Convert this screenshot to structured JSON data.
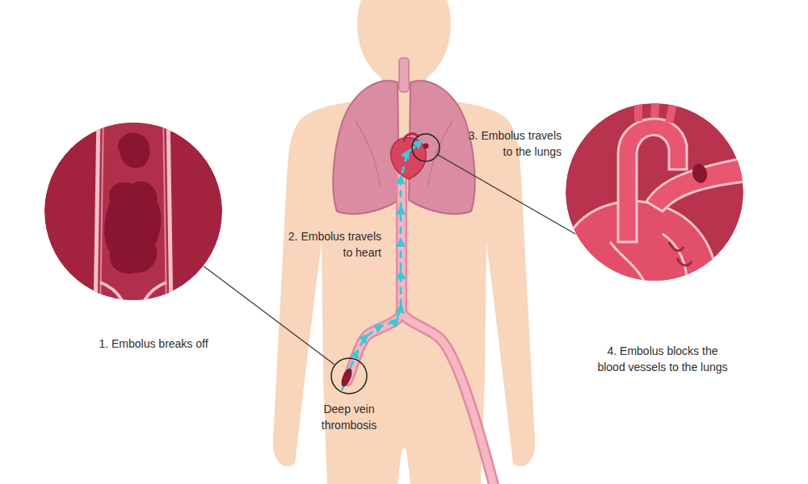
{
  "diagram": {
    "labels": [
      "1. Embolus breaks off",
      "2. Embolus travels to heart",
      "3. Embolus travels to the lungs",
      "4. Embolus blocks the blood vessels to the lungs",
      "Deep vein thrombosis"
    ]
  }
}
